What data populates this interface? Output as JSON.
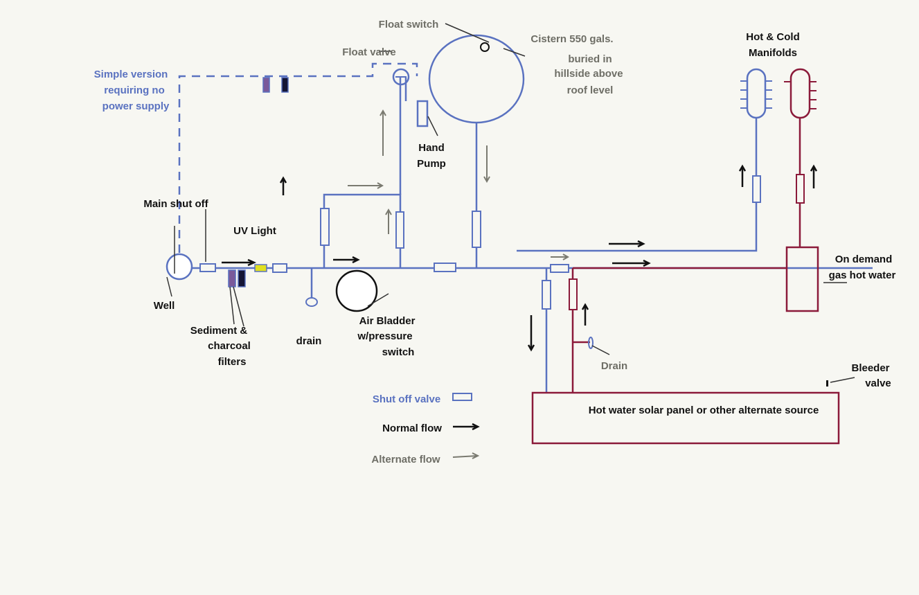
{
  "colors": {
    "background": "#f7f7f2",
    "cold_pipe": "#5a72c0",
    "hot_pipe": "#8b1a3a",
    "normal_arrow": "#111111",
    "alternate_arrow": "#7a7a70",
    "uv_light": "#e0e020",
    "filter_sediment": "#7a5a9a",
    "filter_charcoal": "#151535"
  },
  "labels": {
    "float_switch": "Float switch",
    "cistern_line1": "Cistern 550 gals.",
    "cistern_line2": "buried in",
    "cistern_line3": "hillside above",
    "cistern_line4": "roof level",
    "float_valve": "Float valve",
    "simple_line1": "Simple version",
    "simple_line2": "requiring no",
    "simple_line3": "power supply",
    "hand_pump_line1": "Hand",
    "hand_pump_line2": "Pump",
    "manifolds_line1": "Hot & Cold",
    "manifolds_line2": "Manifolds",
    "main_shut_off": "Main shut off",
    "uv_light": "UV Light",
    "well": "Well",
    "filters_line1": "Sediment &",
    "filters_line2": "charcoal",
    "filters_line3": "filters",
    "drain_lower": "drain",
    "air_bladder_line1": "Air Bladder",
    "air_bladder_line2": "w/pressure",
    "air_bladder_line3": "switch",
    "on_demand_line1": "On demand",
    "on_demand_line2": "gas hot water",
    "drain_right": "Drain",
    "bleeder_line1": "Bleeder",
    "bleeder_line2": "valve",
    "solar_panel": "Hot water solar panel or other alternate source"
  },
  "legend": {
    "shut_off_valve": "Shut off valve",
    "normal_flow": "Normal flow",
    "alternate_flow": "Alternate flow"
  }
}
